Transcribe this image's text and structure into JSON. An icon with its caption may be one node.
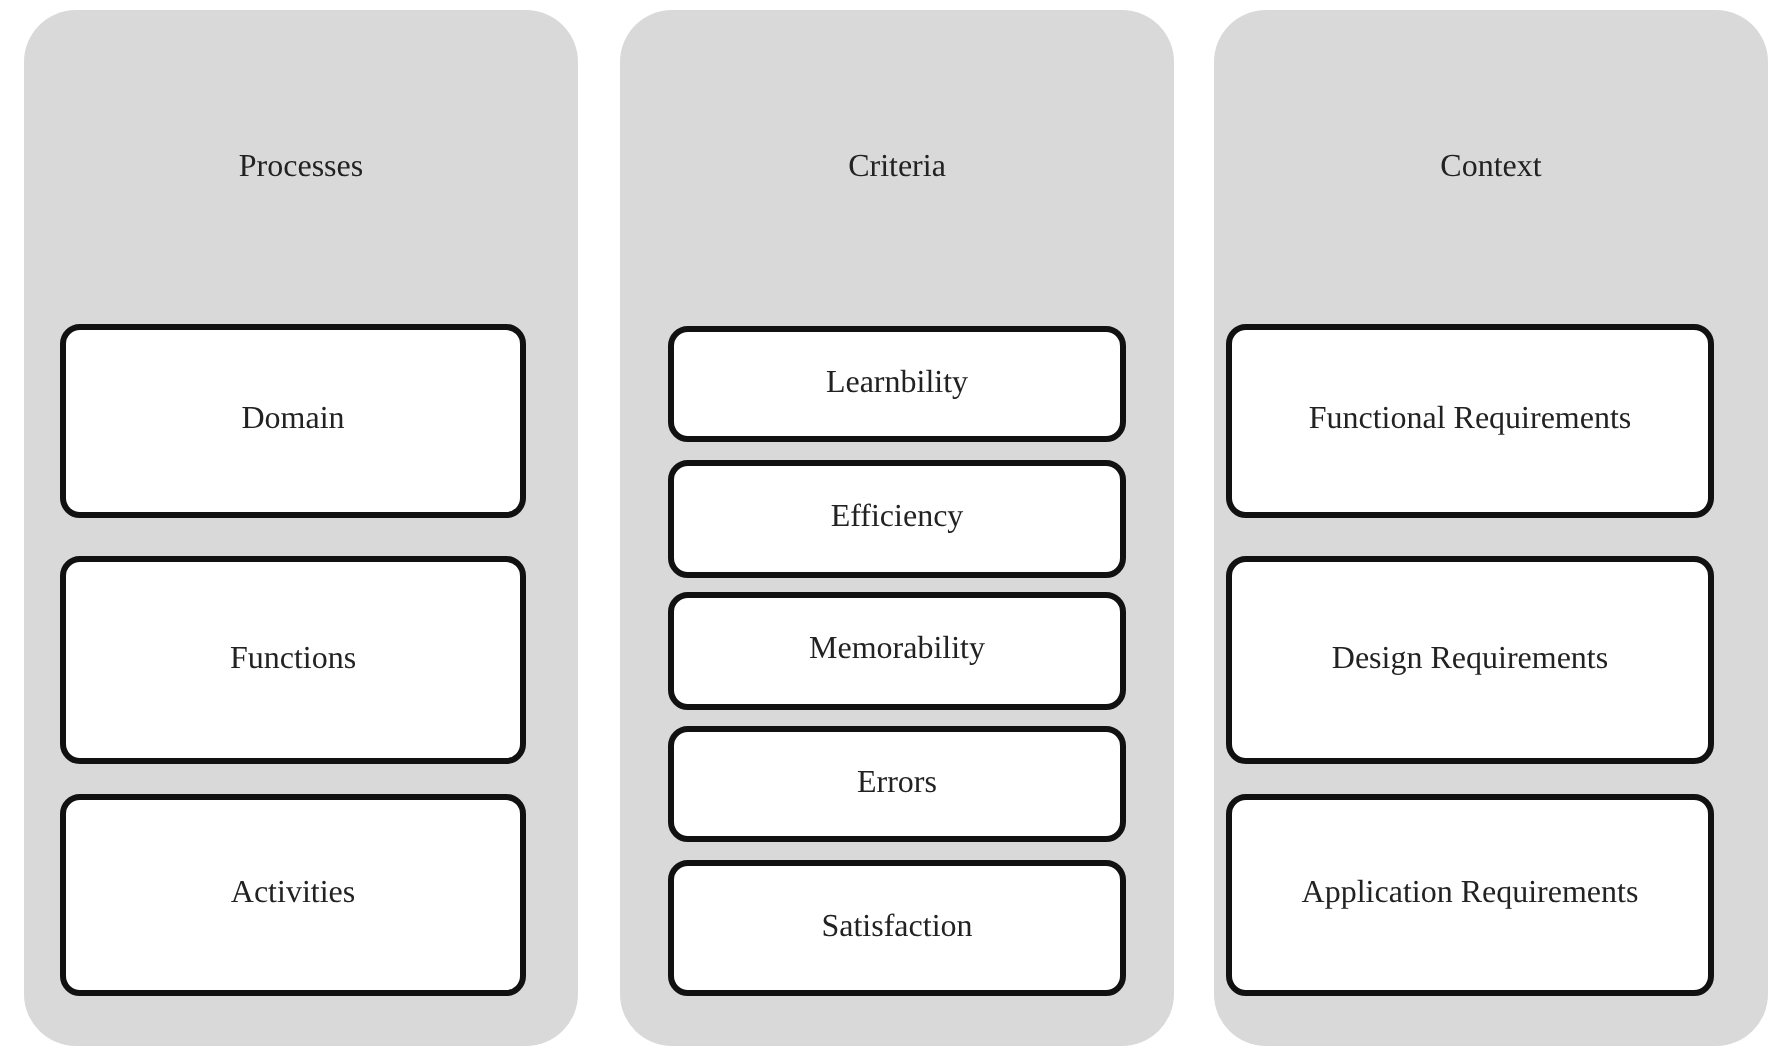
{
  "diagram": {
    "nodes": [
      {
        "text": [
          "Processes"
        ]
      },
      {
        "text": [
          "Domain"
        ],
        "in": 0
      },
      {
        "text": [
          "Functions"
        ],
        "in": 0
      },
      {
        "text": [
          "Activities"
        ],
        "in": 0
      },
      {
        "text": [
          "Criteria"
        ]
      },
      {
        "text": [
          "Learnbility"
        ],
        "in": 4
      },
      {
        "text": [
          "Efficiency"
        ],
        "in": 4
      },
      {
        "text": [
          "Memorability"
        ],
        "in": 4
      },
      {
        "text": [
          "Errors"
        ],
        "in": 4
      },
      {
        "text": [
          "Satisfaction"
        ],
        "in": 4
      },
      {
        "text": [
          "Context"
        ]
      },
      {
        "text": [
          "Functional Requirements"
        ],
        "in": 10
      },
      {
        "text": [
          "Design Requirements"
        ],
        "in": 10
      },
      {
        "text": [
          "Application Requirements"
        ],
        "in": 10
      }
    ]
  }
}
